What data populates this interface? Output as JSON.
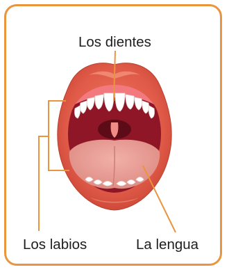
{
  "labels": {
    "teeth": "Los dientes",
    "lips": "Los labios",
    "tongue": "La lengua"
  },
  "colors": {
    "frame": "#e9953f",
    "leader_line": "#e9953f",
    "lips": "#e05a48",
    "tongue": "#e99a92",
    "mouth_interior": "#8e1626",
    "teeth": "#ffffff"
  }
}
